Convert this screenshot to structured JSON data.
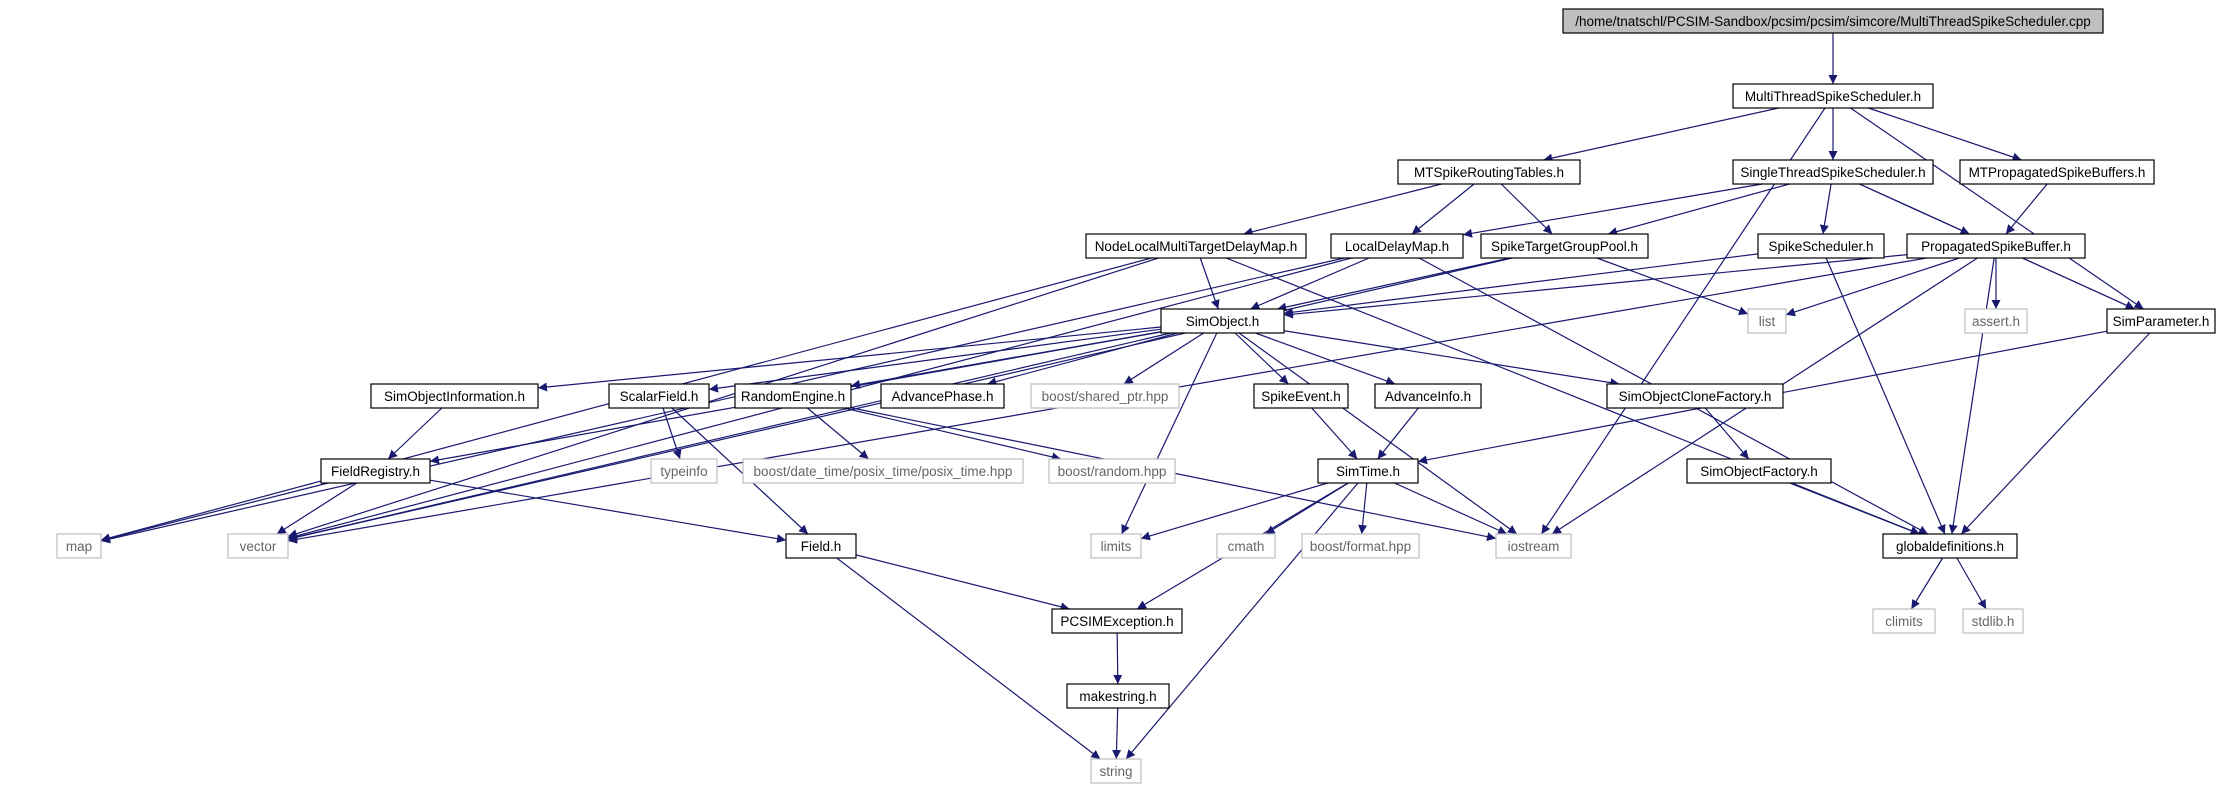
{
  "graph": {
    "root": "/home/tnatschl/PCSIM-Sandbox/pcsim/pcsim/simcore/MultiThreadSpikeScheduler.cpp",
    "colors": {
      "edge": "#191970",
      "root_fill": "#bfbfbf",
      "node_border": "#000000",
      "external_border": "#bfbfbf",
      "external_text": "#666666"
    },
    "nodes": [
      {
        "id": "root",
        "label": "/home/tnatschl/PCSIM-Sandbox/pcsim/pcsim/simcore/MultiThreadSpikeScheduler.cpp",
        "kind": "root"
      },
      {
        "id": "mtss",
        "label": "MultiThreadSpikeScheduler.h",
        "kind": "header"
      },
      {
        "id": "mtsrt",
        "label": "MTSpikeRoutingTables.h",
        "kind": "header"
      },
      {
        "id": "stss",
        "label": "SingleThreadSpikeScheduler.h",
        "kind": "header"
      },
      {
        "id": "mtpsb",
        "label": "MTPropagatedSpikeBuffers.h",
        "kind": "header"
      },
      {
        "id": "nlmtdm",
        "label": "NodeLocalMultiTargetDelayMap.h",
        "kind": "header"
      },
      {
        "id": "ldm",
        "label": "LocalDelayMap.h",
        "kind": "header"
      },
      {
        "id": "stgp",
        "label": "SpikeTargetGroupPool.h",
        "kind": "header"
      },
      {
        "id": "ss",
        "label": "SpikeScheduler.h",
        "kind": "header"
      },
      {
        "id": "psb",
        "label": "PropagatedSpikeBuffer.h",
        "kind": "header"
      },
      {
        "id": "simobj",
        "label": "SimObject.h",
        "kind": "header"
      },
      {
        "id": "list",
        "label": "list",
        "kind": "external"
      },
      {
        "id": "assert",
        "label": "assert.h",
        "kind": "external"
      },
      {
        "id": "simparam",
        "label": "SimParameter.h",
        "kind": "header"
      },
      {
        "id": "soi",
        "label": "SimObjectInformation.h",
        "kind": "header"
      },
      {
        "id": "sf",
        "label": "ScalarField.h",
        "kind": "header"
      },
      {
        "id": "re",
        "label": "RandomEngine.h",
        "kind": "header"
      },
      {
        "id": "ap",
        "label": "AdvancePhase.h",
        "kind": "header"
      },
      {
        "id": "bsp",
        "label": "boost/shared_ptr.hpp",
        "kind": "external"
      },
      {
        "id": "se",
        "label": "SpikeEvent.h",
        "kind": "header"
      },
      {
        "id": "ai",
        "label": "AdvanceInfo.h",
        "kind": "header"
      },
      {
        "id": "socf",
        "label": "SimObjectCloneFactory.h",
        "kind": "header"
      },
      {
        "id": "fr",
        "label": "FieldRegistry.h",
        "kind": "header"
      },
      {
        "id": "typeinfo",
        "label": "typeinfo",
        "kind": "external"
      },
      {
        "id": "bdt",
        "label": "boost/date_time/posix_time/posix_time.hpp",
        "kind": "external"
      },
      {
        "id": "brand",
        "label": "boost/random.hpp",
        "kind": "external"
      },
      {
        "id": "simtime",
        "label": "SimTime.h",
        "kind": "header"
      },
      {
        "id": "sofac",
        "label": "SimObjectFactory.h",
        "kind": "header"
      },
      {
        "id": "map",
        "label": "map",
        "kind": "external"
      },
      {
        "id": "vector",
        "label": "vector",
        "kind": "external"
      },
      {
        "id": "field",
        "label": "Field.h",
        "kind": "header"
      },
      {
        "id": "limits",
        "label": "limits",
        "kind": "external"
      },
      {
        "id": "cmath",
        "label": "cmath",
        "kind": "external"
      },
      {
        "id": "bfmt",
        "label": "boost/format.hpp",
        "kind": "external"
      },
      {
        "id": "iostream",
        "label": "iostream",
        "kind": "external"
      },
      {
        "id": "gdef",
        "label": "globaldefinitions.h",
        "kind": "header"
      },
      {
        "id": "pcsimex",
        "label": "PCSIMException.h",
        "kind": "header"
      },
      {
        "id": "climits",
        "label": "climits",
        "kind": "external"
      },
      {
        "id": "stdlib",
        "label": "stdlib.h",
        "kind": "external"
      },
      {
        "id": "mkstr",
        "label": "makestring.h",
        "kind": "header"
      },
      {
        "id": "string",
        "label": "string",
        "kind": "external"
      }
    ],
    "edges": [
      [
        "root",
        "mtss"
      ],
      [
        "mtss",
        "mtsrt"
      ],
      [
        "mtss",
        "stss"
      ],
      [
        "mtss",
        "mtpsb"
      ],
      [
        "mtss",
        "simparam"
      ],
      [
        "mtss",
        "iostream"
      ],
      [
        "mtsrt",
        "nlmtdm"
      ],
      [
        "mtsrt",
        "ldm"
      ],
      [
        "mtsrt",
        "stgp"
      ],
      [
        "stss",
        "ldm"
      ],
      [
        "stss",
        "stgp"
      ],
      [
        "stss",
        "ss"
      ],
      [
        "stss",
        "psb"
      ],
      [
        "stss",
        "simparam"
      ],
      [
        "mtpsb",
        "psb"
      ],
      [
        "nlmtdm",
        "simobj"
      ],
      [
        "nlmtdm",
        "map"
      ],
      [
        "nlmtdm",
        "vector"
      ],
      [
        "nlmtdm",
        "gdef"
      ],
      [
        "ldm",
        "simobj"
      ],
      [
        "ldm",
        "map"
      ],
      [
        "ldm",
        "vector"
      ],
      [
        "ldm",
        "gdef"
      ],
      [
        "stgp",
        "simobj"
      ],
      [
        "stgp",
        "list"
      ],
      [
        "stgp",
        "vector"
      ],
      [
        "ss",
        "simobj"
      ],
      [
        "ss",
        "gdef"
      ],
      [
        "psb",
        "simobj"
      ],
      [
        "psb",
        "list"
      ],
      [
        "psb",
        "assert"
      ],
      [
        "psb",
        "simparam"
      ],
      [
        "psb",
        "iostream"
      ],
      [
        "psb",
        "gdef"
      ],
      [
        "psb",
        "vector"
      ],
      [
        "simparam",
        "simtime"
      ],
      [
        "simparam",
        "gdef"
      ],
      [
        "simobj",
        "soi"
      ],
      [
        "simobj",
        "sf"
      ],
      [
        "simobj",
        "re"
      ],
      [
        "simobj",
        "ap"
      ],
      [
        "simobj",
        "bsp"
      ],
      [
        "simobj",
        "se"
      ],
      [
        "simobj",
        "ai"
      ],
      [
        "simobj",
        "socf"
      ],
      [
        "simobj",
        "fr"
      ],
      [
        "simobj",
        "vector"
      ],
      [
        "simobj",
        "limits"
      ],
      [
        "simobj",
        "iostream"
      ],
      [
        "soi",
        "fr"
      ],
      [
        "sf",
        "typeinfo"
      ],
      [
        "sf",
        "field"
      ],
      [
        "re",
        "bdt"
      ],
      [
        "re",
        "brand"
      ],
      [
        "re",
        "iostream"
      ],
      [
        "se",
        "simtime"
      ],
      [
        "ai",
        "simtime"
      ],
      [
        "socf",
        "sofac"
      ],
      [
        "sofac",
        "gdef"
      ],
      [
        "fr",
        "map"
      ],
      [
        "fr",
        "vector"
      ],
      [
        "fr",
        "field"
      ],
      [
        "simtime",
        "limits"
      ],
      [
        "simtime",
        "cmath"
      ],
      [
        "simtime",
        "bfmt"
      ],
      [
        "simtime",
        "iostream"
      ],
      [
        "simtime",
        "pcsimex"
      ],
      [
        "simtime",
        "string"
      ],
      [
        "field",
        "pcsimex"
      ],
      [
        "field",
        "string"
      ],
      [
        "pcsimex",
        "mkstr"
      ],
      [
        "mkstr",
        "string"
      ],
      [
        "gdef",
        "climits"
      ],
      [
        "gdef",
        "stdlib"
      ]
    ]
  }
}
